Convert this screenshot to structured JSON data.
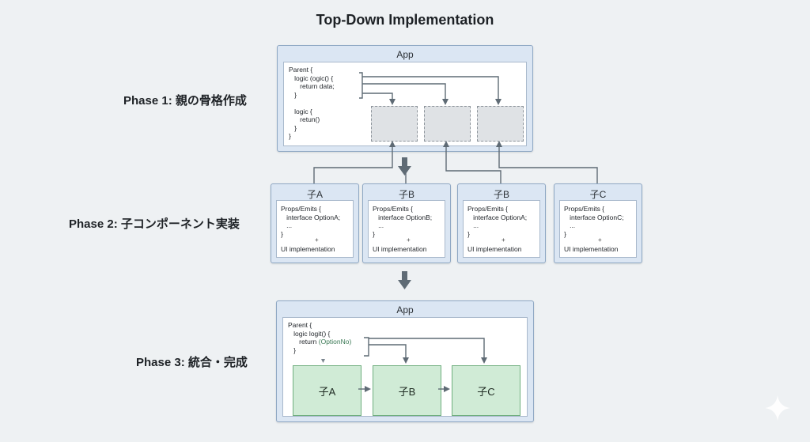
{
  "title": "Top-Down Implementation",
  "phases": {
    "phase1": "Phase 1: 親の骨格作成",
    "phase2": "Phase 2: 子コンポーネント実装",
    "phase3": "Phase 3: 統合・完成"
  },
  "phase1_app": {
    "title": "App",
    "code": "Parent {\n   logic (ogic() {\n      return data;\n   }\n\n   logic {\n      retun()\n   }\n}"
  },
  "children": [
    {
      "title": "子A",
      "code": "Props/Emits {\n   interface OptionA;\n   ...\n}",
      "plus": "+",
      "ui": "UI implementation"
    },
    {
      "title": "子B",
      "code": "Props/Emits {\n   interface OptionB;\n   ...\n}",
      "plus": "+",
      "ui": "UI implementation"
    },
    {
      "title": "子B",
      "code": "Props/Emits {\n   interface OptionA;\n   ...\n}",
      "plus": "+",
      "ui": "UI implementation"
    },
    {
      "title": "子C",
      "code": "Props/Emits {\n   interface OptionC;\n   ...\n}",
      "plus": "+",
      "ui": "UI implementation"
    }
  ],
  "phase3_app": {
    "title": "App",
    "code_l1": "Parent {",
    "code_l2": "   logic logit() {",
    "code_l3_prefix": "      return ",
    "code_l3_value": "(OptionNo)",
    "code_l4": "   }",
    "children": [
      "子A",
      "子B",
      "子C"
    ]
  },
  "colors": {
    "background": "#eef1f3",
    "frame": "#dbe6f3",
    "child_green": "#d0ebd6",
    "arrow": "#5f6b75"
  },
  "icons": [
    "down-arrow-icon",
    "sparkle-icon"
  ]
}
